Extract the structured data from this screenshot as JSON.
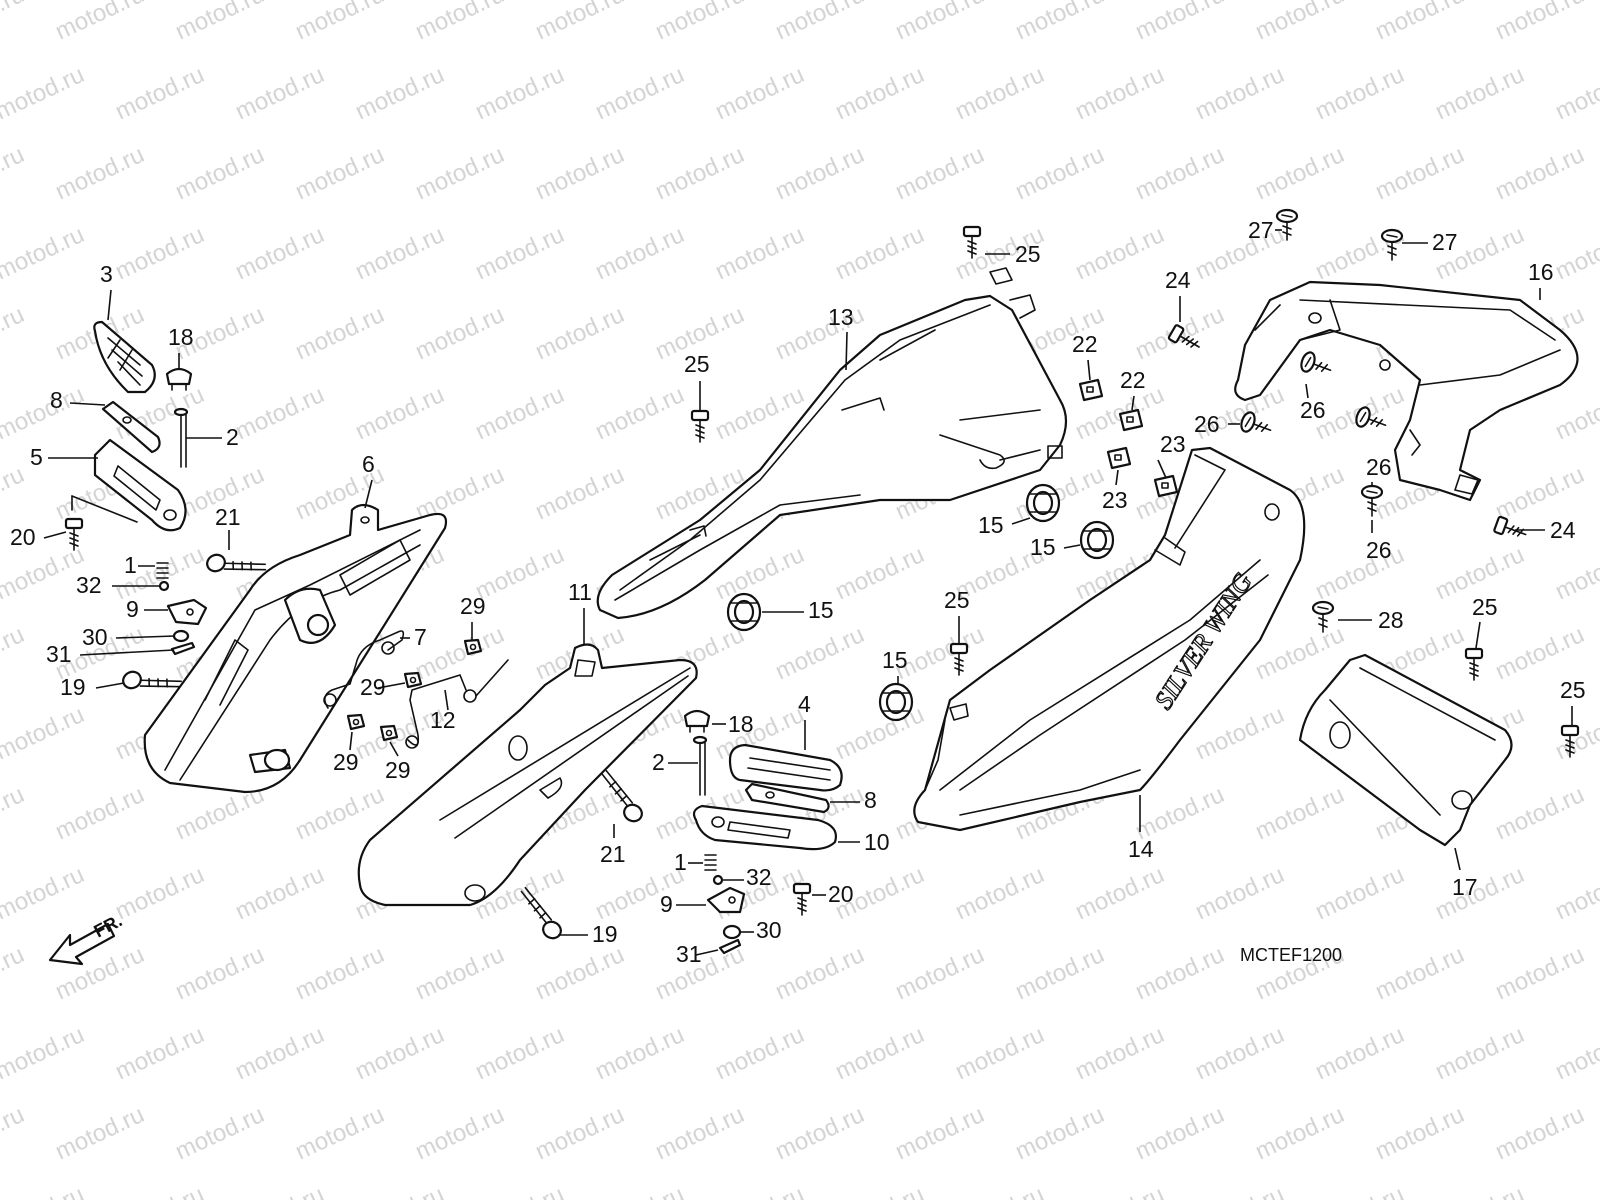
{
  "diagram_code": "MCTEF1200",
  "watermark_text": "motod.ru",
  "front_arrow_label": "FR.",
  "logo_text": "SILVER WING",
  "callouts": [
    {
      "id": "c3",
      "label": "3"
    },
    {
      "id": "c18a",
      "label": "18"
    },
    {
      "id": "c8a",
      "label": "8"
    },
    {
      "id": "c2a",
      "label": "2"
    },
    {
      "id": "c5",
      "label": "5"
    },
    {
      "id": "c20a",
      "label": "20"
    },
    {
      "id": "c21a",
      "label": "21"
    },
    {
      "id": "c6",
      "label": "6"
    },
    {
      "id": "c1a",
      "label": "1"
    },
    {
      "id": "c32a",
      "label": "32"
    },
    {
      "id": "c9a",
      "label": "9"
    },
    {
      "id": "c30a",
      "label": "30"
    },
    {
      "id": "c31a",
      "label": "31"
    },
    {
      "id": "c19a",
      "label": "19"
    },
    {
      "id": "c7",
      "label": "7"
    },
    {
      "id": "c29a",
      "label": "29"
    },
    {
      "id": "c29b",
      "label": "29"
    },
    {
      "id": "c29c",
      "label": "29"
    },
    {
      "id": "c29d",
      "label": "29"
    },
    {
      "id": "c12",
      "label": "12"
    },
    {
      "id": "c11",
      "label": "11"
    },
    {
      "id": "c13",
      "label": "13"
    },
    {
      "id": "c25a",
      "label": "25"
    },
    {
      "id": "c25b",
      "label": "25"
    },
    {
      "id": "c15a",
      "label": "15"
    },
    {
      "id": "c15b",
      "label": "15"
    },
    {
      "id": "c15c",
      "label": "15"
    },
    {
      "id": "c15d",
      "label": "15"
    },
    {
      "id": "c18b",
      "label": "18"
    },
    {
      "id": "c4",
      "label": "4"
    },
    {
      "id": "c2b",
      "label": "2"
    },
    {
      "id": "c8b",
      "label": "8"
    },
    {
      "id": "c21b",
      "label": "21"
    },
    {
      "id": "c10",
      "label": "10"
    },
    {
      "id": "c1b",
      "label": "1"
    },
    {
      "id": "c32b",
      "label": "32"
    },
    {
      "id": "c20b",
      "label": "20"
    },
    {
      "id": "c9b",
      "label": "9"
    },
    {
      "id": "c30b",
      "label": "30"
    },
    {
      "id": "c31b",
      "label": "31"
    },
    {
      "id": "c19b",
      "label": "19"
    },
    {
      "id": "c22a",
      "label": "22"
    },
    {
      "id": "c22b",
      "label": "22"
    },
    {
      "id": "c23a",
      "label": "23"
    },
    {
      "id": "c23b",
      "label": "23"
    },
    {
      "id": "c24a",
      "label": "24"
    },
    {
      "id": "c24b",
      "label": "24"
    },
    {
      "id": "c25c",
      "label": "25"
    },
    {
      "id": "c14",
      "label": "14"
    },
    {
      "id": "c27a",
      "label": "27"
    },
    {
      "id": "c27b",
      "label": "27"
    },
    {
      "id": "c16",
      "label": "16"
    },
    {
      "id": "c26a",
      "label": "26"
    },
    {
      "id": "c26b",
      "label": "26"
    },
    {
      "id": "c26c",
      "label": "26"
    },
    {
      "id": "c26d",
      "label": "26"
    },
    {
      "id": "c28",
      "label": "28"
    },
    {
      "id": "c25d",
      "label": "25"
    },
    {
      "id": "c25e",
      "label": "25"
    },
    {
      "id": "c17",
      "label": "17"
    }
  ]
}
